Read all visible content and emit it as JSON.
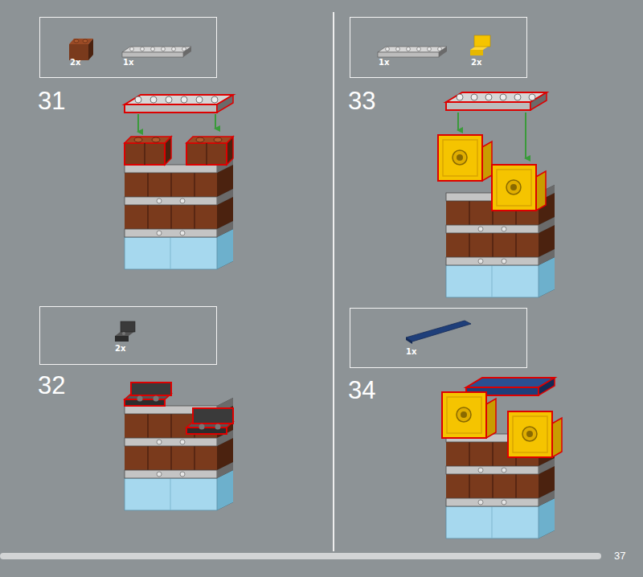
{
  "diagram": {
    "nodes": [
      {
        "text": [
          "2x",
          "1x"
        ]
      },
      {
        "text": [
          "1x",
          "2x"
        ]
      },
      {
        "text": [
          "2x"
        ]
      },
      {
        "text": [
          "1x"
        ]
      }
    ],
    "labels": [
      "31",
      "33",
      "32",
      "34",
      "37"
    ]
  }
}
